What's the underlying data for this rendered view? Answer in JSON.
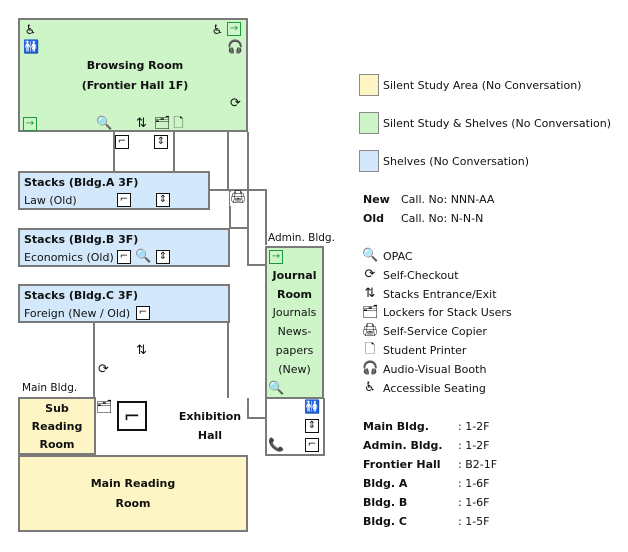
{
  "rooms": {
    "browsing": {
      "line1": "Browsing Room",
      "line2": "(Frontier Hall 1F)"
    },
    "stacks_a": {
      "title": "Stacks (Bldg.A 3F)",
      "sub": "Law (Old)"
    },
    "stacks_b": {
      "title": "Stacks (Bldg.B 3F)",
      "sub": "Economics (Old)"
    },
    "stacks_c": {
      "title": "Stacks (Bldg.C 3F)",
      "sub": "Foreign (New / Old)"
    },
    "admin_label": "Admin. Bldg.",
    "journal": {
      "line1": "Journal",
      "line2": "Room",
      "line3": "Journals",
      "line4": "News-",
      "line5": "papers",
      "line6": "(New)"
    },
    "main_label": "Main Bldg.",
    "sub_reading": {
      "line1": "Sub",
      "line2": "Reading",
      "line3": "Room"
    },
    "exhibition": {
      "line1": "Exhibition",
      "line2": "Hall"
    },
    "main_reading": {
      "line1": "Main Reading",
      "line2": "Room"
    }
  },
  "legend": {
    "areas": [
      {
        "label": "Silent Study Area (No Conversation)",
        "color": "#fdf6c4"
      },
      {
        "label": "Silent Study & Shelves (No Conversation)",
        "color": "#cdf5c8"
      },
      {
        "label": "Shelves (No Conversation)",
        "color": "#d3e9fb"
      }
    ],
    "call_new": {
      "key": "New",
      "value": "Call. No: NNN-AA"
    },
    "call_old": {
      "key": "Old",
      "value": "Call. No: N-N-N"
    },
    "icons": [
      {
        "icon": "search-icon",
        "label": "OPAC"
      },
      {
        "icon": "self-checkout-icon",
        "label": "Self-Checkout"
      },
      {
        "icon": "stacks-entrance-icon",
        "label": "Stacks Entrance/Exit"
      },
      {
        "icon": "locker-icon",
        "label": "Lockers for Stack Users"
      },
      {
        "icon": "copier-icon",
        "label": "Self-Service Copier"
      },
      {
        "icon": "printer-icon",
        "label": "Student Printer"
      },
      {
        "icon": "headphones-icon",
        "label": "Audio-Visual Booth"
      },
      {
        "icon": "accessible-icon",
        "label": "Accessible Seating"
      }
    ]
  },
  "floors": [
    {
      "name": "Main Bldg.",
      "value": ": 1-2F"
    },
    {
      "name": "Admin. Bldg.",
      "value": ": 1-2F"
    },
    {
      "name": "Frontier Hall",
      "value": ": B2-1F"
    },
    {
      "name": "Bldg. A",
      "value": ": 1-6F"
    },
    {
      "name": "Bldg. B",
      "value": ": 1-6F"
    },
    {
      "name": "Bldg. C",
      "value": ": 1-5F"
    }
  ],
  "colors": {
    "green": "#cdf5c8",
    "yellow": "#fdf6c4",
    "blue": "#d3e9fb",
    "border": "#7a7a7a",
    "entrance": "#1a9a3a"
  }
}
